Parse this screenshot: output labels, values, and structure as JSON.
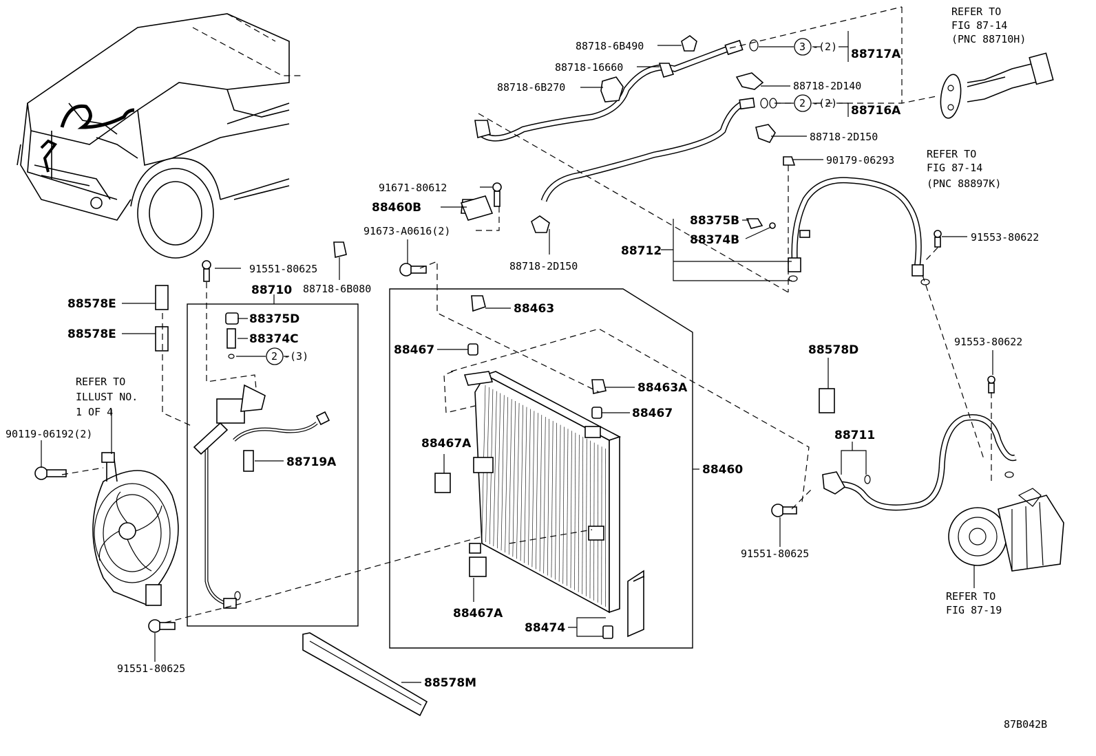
{
  "labels": {
    "p_88718_6B490": "88718-6B490",
    "p_88718_16660": "88718-16660",
    "p_88718_6B270": "88718-6B270",
    "p_88718_2D140": "88718-2D140",
    "p_88718_2D150_a": "88718-2D150",
    "p_88718_2D150_b": "88718-2D150",
    "p_90179_06293": "90179-06293",
    "p_88717A": "88717A",
    "p_88716A": "88716A",
    "qty_88717A": "-(2)",
    "qty_88716A": "-(2)",
    "circ_88717A": "3",
    "circ_88716A": "2",
    "p_91671_80612": "91671-80612",
    "p_88460B": "88460B",
    "p_91673_A0616": "91673-A0616(2)",
    "p_88375B": "88375B",
    "p_88374B": "88374B",
    "p_88712": "88712",
    "p_91553_80622_a": "91553-80622",
    "p_91553_80622_b": "91553-80622",
    "p_91551_80625_a": "91551-80625",
    "p_91551_80625_b": "91551-80625",
    "p_91551_80625_c": "91551-80625",
    "p_88718_6B080": "88718-6B080",
    "p_88710": "88710",
    "p_88578E_a": "88578E",
    "p_88578E_b": "88578E",
    "p_88375D": "88375D",
    "p_88374C": "88374C",
    "circ_88710": "2",
    "qty_88710": "-(3)",
    "p_88463": "88463",
    "p_88467_a": "88467",
    "p_88467_b": "88467",
    "p_88463A": "88463A",
    "p_88467A_a": "88467A",
    "p_88467A_b": "88467A",
    "p_88460": "88460",
    "p_88474": "88474",
    "p_88578D": "88578D",
    "p_88711": "88711",
    "p_88719A": "88719A",
    "p_90119_06192": "90119-06192(2)",
    "p_88578M": "88578M",
    "figure_code": "87B042B"
  },
  "refs": {
    "ref_top_right": [
      "REFER TO",
      "FIG 87-14",
      "(PNC 88710H)"
    ],
    "ref_mid_right": [
      "REFER TO",
      "FIG 87-14",
      "(PNC 88897K)"
    ],
    "ref_left": [
      "REFER TO",
      "ILLUST NO.",
      "1 OF 4"
    ],
    "ref_compressor": [
      "REFER TO",
      "FIG 87-19"
    ]
  }
}
